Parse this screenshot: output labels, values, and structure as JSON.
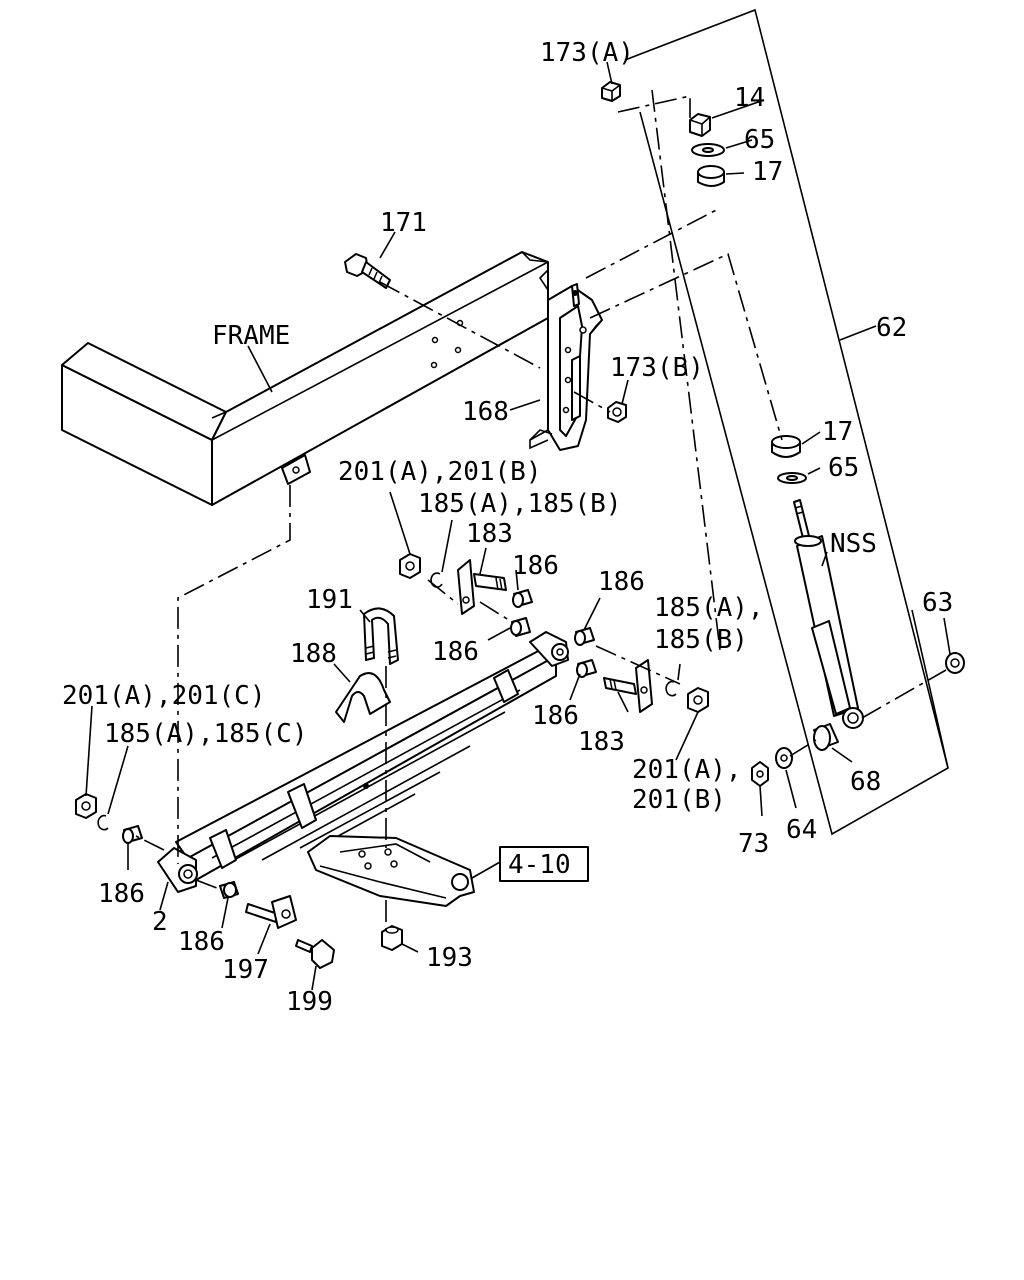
{
  "diagram": {
    "labels": {
      "frame": "FRAME",
      "p173a": "173(A)",
      "p14": "14",
      "p65_top": "65",
      "p17_top": "17",
      "p171": "171",
      "p62": "62",
      "p173b": "173(B)",
      "p168": "168",
      "p17_mid": "17",
      "p65_mid": "65",
      "p201ab_top": "201(A),201(B)",
      "p185ab_top": "185(A),185(B)",
      "p183_top": "183",
      "p186_a": "186",
      "p186_b": "186",
      "p186_c": "186",
      "p191": "191",
      "p188": "188",
      "nss": "NSS",
      "p63": "63",
      "p185a_right": "185(A),",
      "p185b_right": "185(B)",
      "p186_d": "186",
      "p183_right": "183",
      "p201a_right": "201(A),",
      "p201b_right": "201(B)",
      "p68": "68",
      "p73": "73",
      "p64": "64",
      "p201ac": "201(A),201(C)",
      "p185ac": "185(A),185(C)",
      "p186_e": "186",
      "p2": "2",
      "p186_f": "186",
      "p197": "197",
      "p199": "199",
      "p193": "193",
      "ref": "4-10"
    }
  }
}
